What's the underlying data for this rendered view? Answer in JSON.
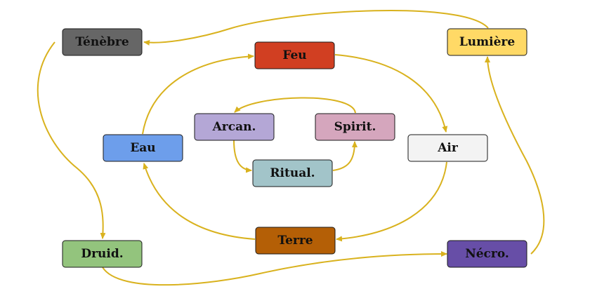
{
  "diagram": {
    "edge_color": "#d9b21e",
    "nodes": {
      "tenebre": {
        "label": "Ténèbre",
        "color": "#666666"
      },
      "feu": {
        "label": "Feu",
        "color": "#d13f22"
      },
      "lumiere": {
        "label": "Lumière",
        "color": "#ffd966"
      },
      "arcan": {
        "label": "Arcan.",
        "color": "#b4a7d6"
      },
      "spirit": {
        "label": "Spirit.",
        "color": "#d5a6bd"
      },
      "eau": {
        "label": "Eau",
        "color": "#6d9eeb"
      },
      "air": {
        "label": "Air",
        "color": "#f3f3f3"
      },
      "ritual": {
        "label": "Ritual.",
        "color": "#a2c4c9"
      },
      "terre": {
        "label": "Terre",
        "color": "#b45f06"
      },
      "druid": {
        "label": "Druid.",
        "color": "#93c47d"
      },
      "necro": {
        "label": "Nécro.",
        "color": "#674ea7"
      }
    },
    "edges": [
      {
        "from": "feu",
        "to": "air"
      },
      {
        "from": "air",
        "to": "terre"
      },
      {
        "from": "terre",
        "to": "eau"
      },
      {
        "from": "eau",
        "to": "feu"
      },
      {
        "from": "lumiere",
        "to": "tenebre"
      },
      {
        "from": "tenebre",
        "to": "druid"
      },
      {
        "from": "druid",
        "to": "necro"
      },
      {
        "from": "necro",
        "to": "lumiere"
      },
      {
        "from": "spirit",
        "to": "arcan"
      },
      {
        "from": "arcan",
        "to": "ritual"
      },
      {
        "from": "ritual",
        "to": "spirit"
      }
    ]
  }
}
